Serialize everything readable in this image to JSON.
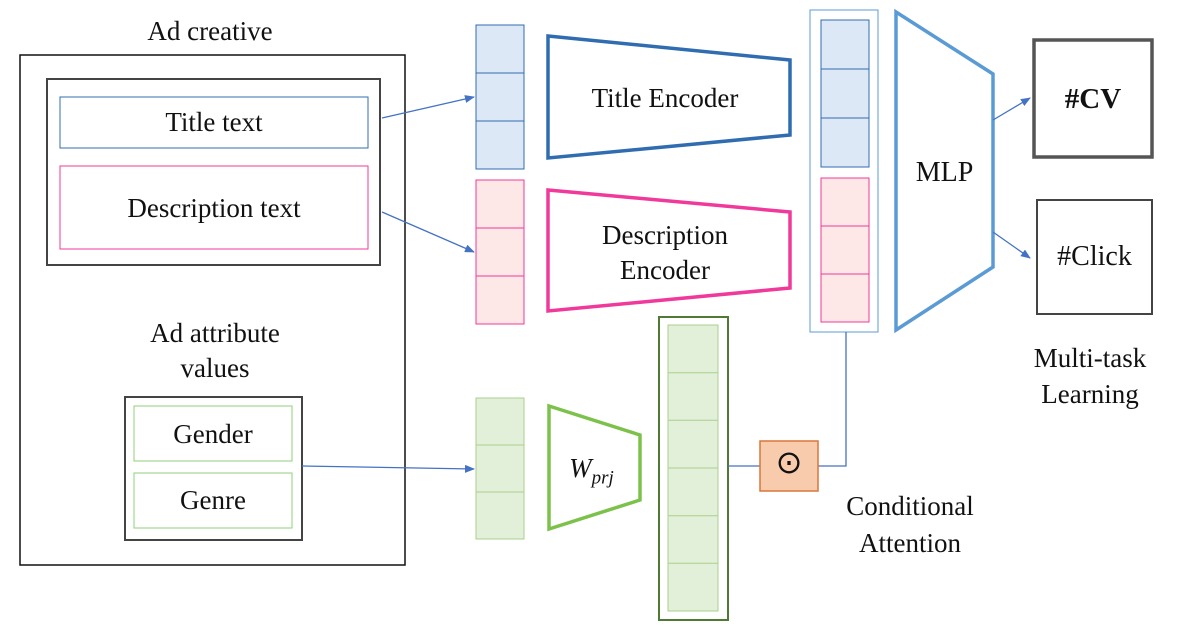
{
  "ad_creative": {
    "title": "Ad creative",
    "title_text": "Title text",
    "description_text": "Description text",
    "attributes_title": "Ad attribute values",
    "attributes": [
      "Gender",
      "Genre"
    ]
  },
  "encoders": {
    "title": "Title Encoder",
    "description_line1": "Description",
    "description_line2": "Encoder",
    "projection": "W",
    "projection_subscript": "prj"
  },
  "fusion": {
    "operator_symbol": "⊙",
    "label_line1": "Conditional",
    "label_line2": "Attention"
  },
  "mlp": {
    "label": "MLP"
  },
  "outputs": {
    "cv": "#CV",
    "click": "#Click",
    "label_line1": "Multi-task",
    "label_line2": "Learning"
  },
  "colors": {
    "title_blue": "#2f6db0",
    "title_fill": "#dce8f5",
    "desc_pink": "#f0399a",
    "desc_fill": "#fde7e7",
    "attr_green": "#7cc24a",
    "attr_fill": "#e2efd9",
    "attr_dark": "#4f7a34",
    "mlp_blue": "#5b9bd5",
    "attention_fill": "#f8cbad",
    "attention_border": "#d9773a",
    "arrow": "#4472c4"
  }
}
